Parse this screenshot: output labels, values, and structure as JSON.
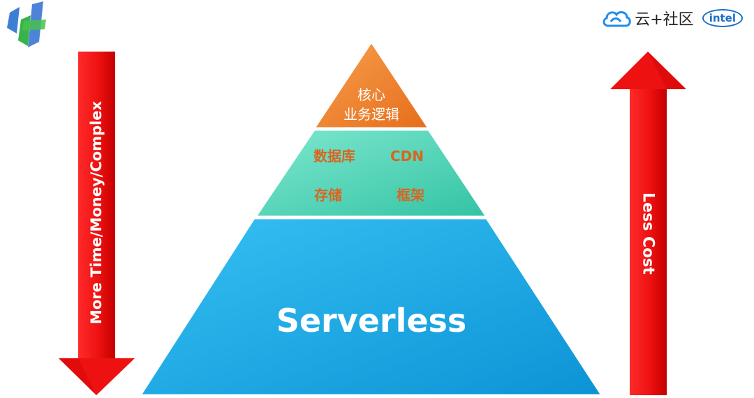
{
  "logo_right": {
    "cloud_text": "云+社区",
    "intel_text": "intel"
  },
  "left_arrow": {
    "label": "More Time/Money/Complex"
  },
  "right_arrow": {
    "label": "Less Cost"
  },
  "pyramid": {
    "top": {
      "line1": "核心",
      "line2": "业务逻辑"
    },
    "middle": {
      "items": [
        "数据库",
        "CDN",
        "存储",
        "框架"
      ]
    },
    "bottom": {
      "label": "Serverless"
    }
  },
  "colors": {
    "top": "#f07f2d",
    "middle": "#4fd6b8",
    "bottom": "#1aa9e4",
    "arrow": "#ee1111",
    "middle_text": "#d9651f"
  }
}
